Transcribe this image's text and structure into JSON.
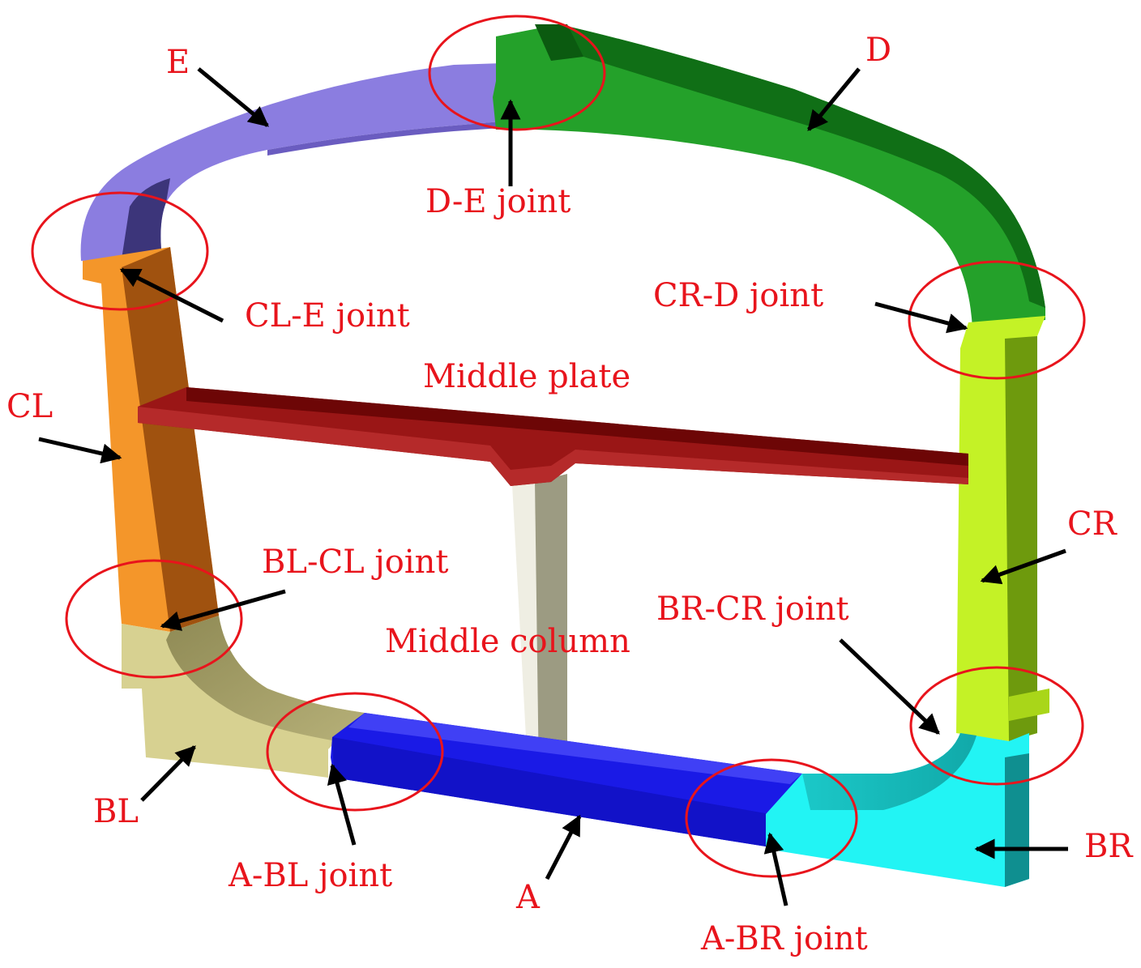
{
  "segments": {
    "E": "E",
    "D": "D",
    "CL": "CL",
    "CR": "CR",
    "BL": "BL",
    "BR": "BR",
    "A": "A"
  },
  "components": {
    "middle_plate": "Middle plate",
    "middle_column": "Middle column"
  },
  "joints": {
    "de": "D-E joint",
    "cle": "CL-E joint",
    "crd": "CR-D joint",
    "blcl": "BL-CL joint",
    "brcr": "BR-CR joint",
    "abl": "A-BL joint",
    "abr": "A-BR joint"
  },
  "colors": {
    "label": "#e8141c",
    "circle": "#e8141c",
    "arrow": "#000000",
    "segment_E": "#8b7de0",
    "segment_D": "#24a12a",
    "segment_CL": "#f4962a",
    "segment_CR": "#c4f226",
    "segment_BL": "#d7d191",
    "segment_BR": "#22f4f4",
    "segment_A": "#1a1ae6",
    "middle_plate": "#9a1616",
    "middle_column": "#c8c7b4"
  }
}
